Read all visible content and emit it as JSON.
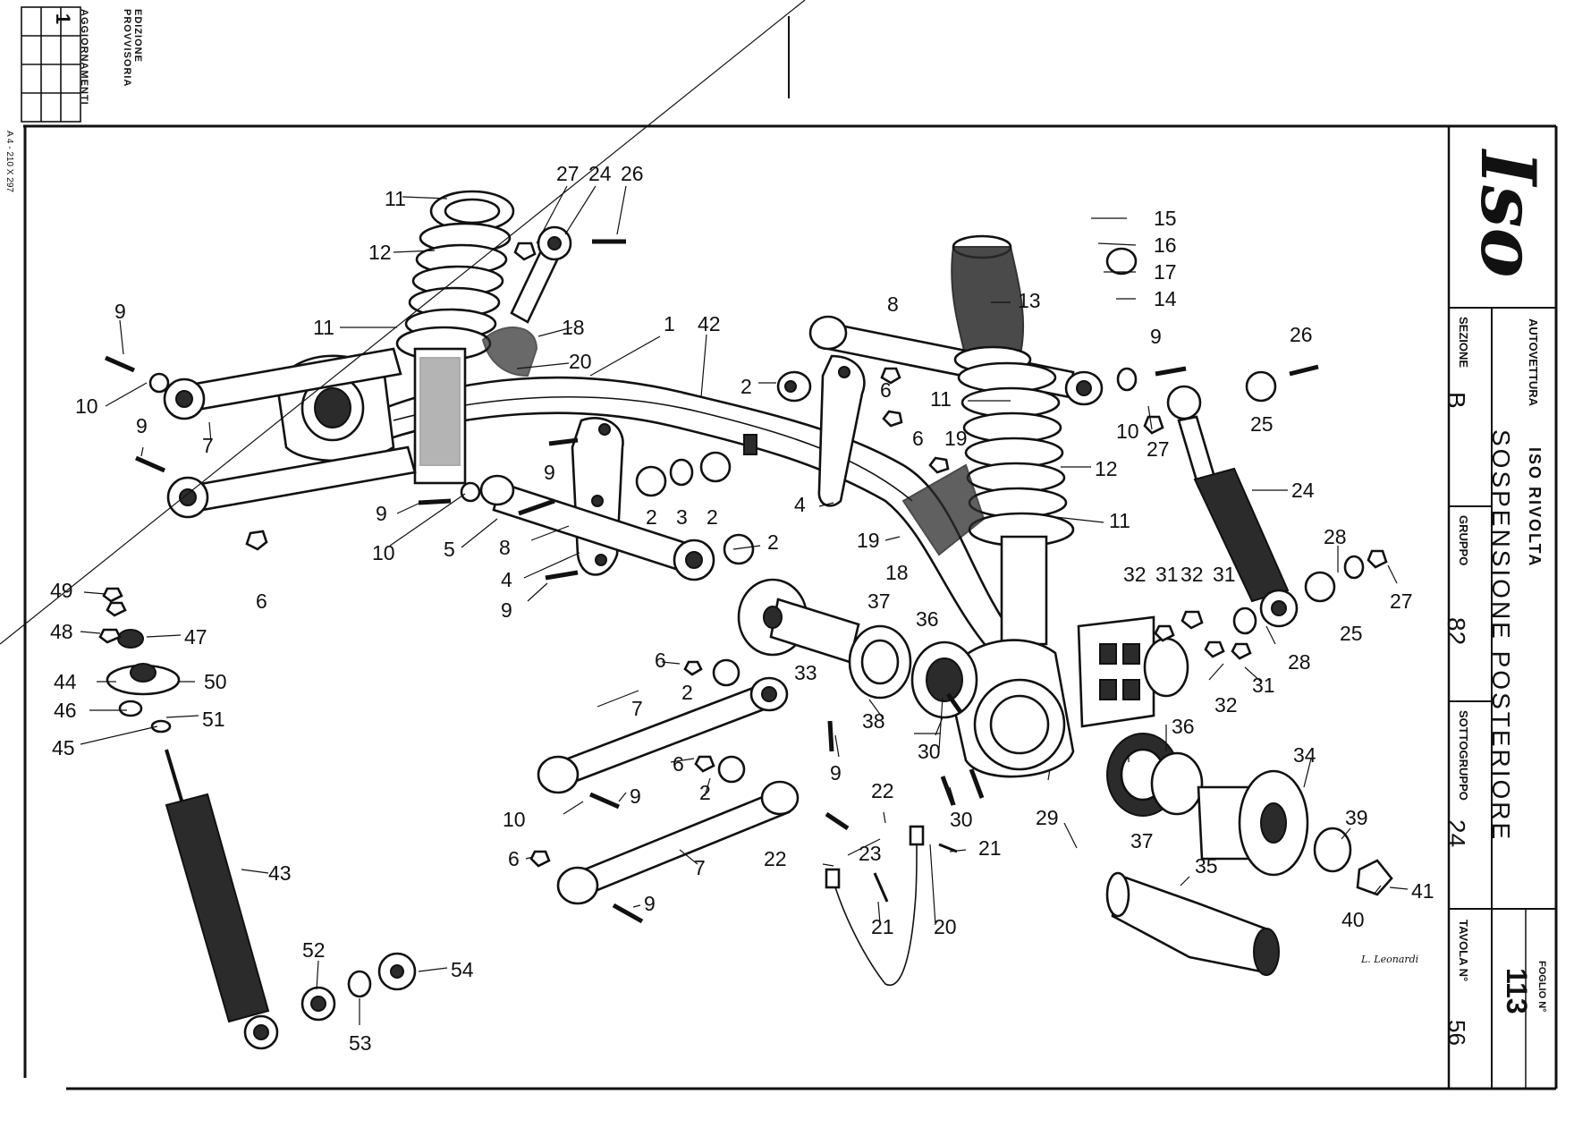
{
  "header": {
    "edition_line1": "EDIZIONE",
    "edition_line2": "PROVVISORIA",
    "updates": "AGGIORNAMENTI",
    "update_number": "1",
    "paper_format": "A 4 - 210 X 297"
  },
  "title_block": {
    "brand": "Iso",
    "vehicle_label": "AUTOVETTURA",
    "vehicle_name": "ISO RIVOLTA",
    "description": "SOSPENSIONE POSTERIORE",
    "section_label": "SEZIONE",
    "section_value": "B",
    "group_label": "GRUPPO",
    "group_value": "82",
    "subgroup_label": "SOTTOGRUPPO",
    "subgroup_value": "24",
    "table_label": "TAVOLA N°",
    "table_value": "56",
    "sheet_label": "FOGLIO N°",
    "sheet_value": "113"
  },
  "signature": "L. Leonardi",
  "callouts": [
    "1",
    "2",
    "3",
    "4",
    "5",
    "6",
    "7",
    "8",
    "9",
    "10",
    "11",
    "12",
    "13",
    "14",
    "15",
    "16",
    "17",
    "18",
    "19",
    "20",
    "21",
    "22",
    "23",
    "24",
    "25",
    "26",
    "27",
    "28",
    "29",
    "30",
    "31",
    "32",
    "33",
    "34",
    "35",
    "36",
    "37",
    "38",
    "39",
    "40",
    "41",
    "42",
    "43",
    "44",
    "45",
    "46",
    "47",
    "48",
    "49",
    "50",
    "51",
    "52",
    "53",
    "54"
  ]
}
